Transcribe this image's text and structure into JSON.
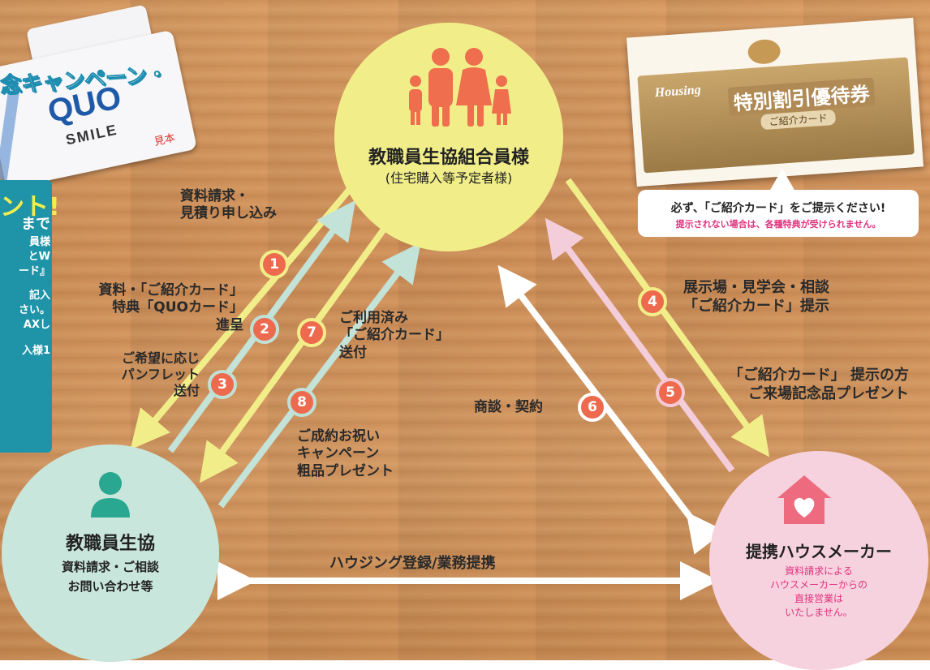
{
  "top_node": {
    "title": "教職員生協組合員様",
    "subtitle": "(住宅購入等予定者様)",
    "icon": "family-icon",
    "color": "#f1ee8a"
  },
  "left_node": {
    "title": "教職員生協",
    "line1": "資料請求・ご相談",
    "line2": "お問い合わせ等",
    "icon": "person-icon",
    "color": "#c9e6dc"
  },
  "right_node": {
    "title": "提携ハウスメーカー",
    "note_lines": [
      "資料請求による",
      "ハウスメーカーからの",
      "直接営業は",
      "いたしません。"
    ],
    "icon": "house-heart-icon",
    "color": "#f6d2de"
  },
  "steps": [
    {
      "num": "1",
      "lines": [
        "資料請求・",
        "見積り申し込み"
      ]
    },
    {
      "num": "2",
      "lines": [
        "資料・「ご紹介カード」",
        "特典「QUOカード」",
        "進呈"
      ]
    },
    {
      "num": "3",
      "lines": [
        "ご希望に応じ",
        "パンフレット",
        "送付"
      ]
    },
    {
      "num": "4",
      "lines": [
        "展示場・見学会・相談",
        "「ご紹介カード」提示"
      ]
    },
    {
      "num": "5",
      "lines": [
        "「ご紹介カード」 提示の方",
        "ご来場記念品プレゼント"
      ]
    },
    {
      "num": "6",
      "lines": [
        "商談・契約"
      ]
    },
    {
      "num": "7",
      "lines": [
        "ご利用済み",
        "「ご紹介カード」",
        "送付"
      ]
    },
    {
      "num": "8",
      "lines": [
        "ご成約お祝い",
        "キャンペーン",
        "粗品プレゼント"
      ]
    }
  ],
  "bottom_link": "ハウジング登録/業務提携",
  "card_note": {
    "line1": "必ず、「ご紹介カード」をご提示ください!",
    "line2": "提示されない場合は、各種特典が受けられません。"
  },
  "voucher": {
    "brand": "Housing",
    "title": "特別割引優待券",
    "sub": "ご紹介カード"
  },
  "quo": {
    "banner": "念キャンペーン・",
    "logo": "QUO",
    "smile": "SMILE",
    "stamp": "見本"
  },
  "left_panel": {
    "headline": "ント!",
    "lines": [
      "まで",
      "員様",
      "とW",
      "ード』",
      "",
      "記入",
      "さい。",
      "AXし",
      "",
      "入様1"
    ]
  }
}
